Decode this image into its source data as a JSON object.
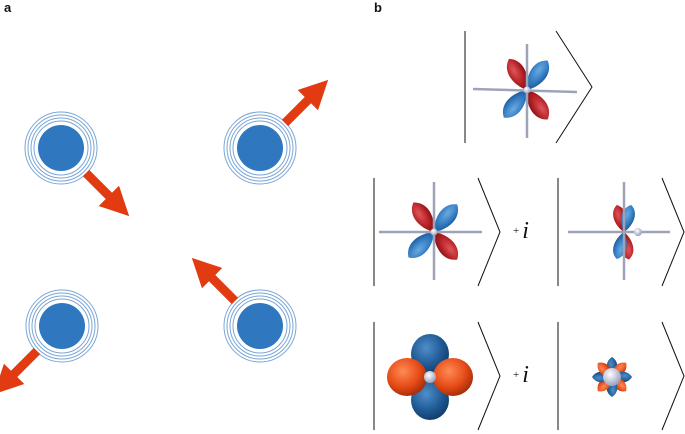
{
  "panels": {
    "a": {
      "label": "a"
    },
    "b": {
      "label": "b"
    }
  },
  "terms": {
    "row2_plus": "+",
    "row2_i": "i",
    "row3_plus": "+",
    "row3_i": "i"
  },
  "colors": {
    "circle_blue": "#2f78c0",
    "arrow_red": "#e23b12",
    "lobe_red": "#b01e22",
    "lobe_blue": "#2f7ac0",
    "lobe_orange": "#e64a16",
    "lobe_dark_blue": "#1f5a93",
    "axis_gray": "#9ea3b8",
    "nucleus": "#c9cde0"
  }
}
